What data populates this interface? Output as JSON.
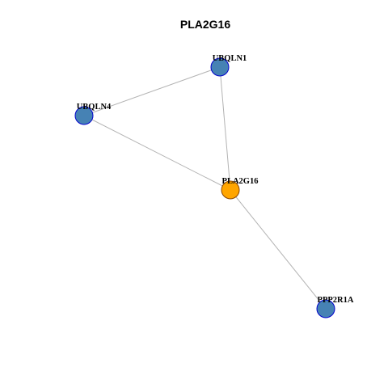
{
  "title": "PLA2G16",
  "colors": {
    "background": "#ffffff",
    "edge": "#b3b3b3",
    "query_node_fill": "#ffa500",
    "query_node_stroke": "#8b4500",
    "neighbor_node_fill": "#4682b4",
    "neighbor_node_stroke": "#0000cd"
  },
  "nodes": [
    {
      "id": "UBQLN1",
      "label": "UBQLN1",
      "role": "neighbor"
    },
    {
      "id": "UBQLN4",
      "label": "UBQLN4",
      "role": "neighbor"
    },
    {
      "id": "PLA2G16",
      "label": "PLA2G16",
      "role": "query"
    },
    {
      "id": "PPP2R1A",
      "label": "PPP2R1A",
      "role": "neighbor"
    }
  ],
  "edges": [
    {
      "source": "UBQLN1",
      "target": "UBQLN4"
    },
    {
      "source": "UBQLN1",
      "target": "PLA2G16"
    },
    {
      "source": "UBQLN4",
      "target": "PLA2G16"
    },
    {
      "source": "PLA2G16",
      "target": "PPP2R1A"
    }
  ]
}
